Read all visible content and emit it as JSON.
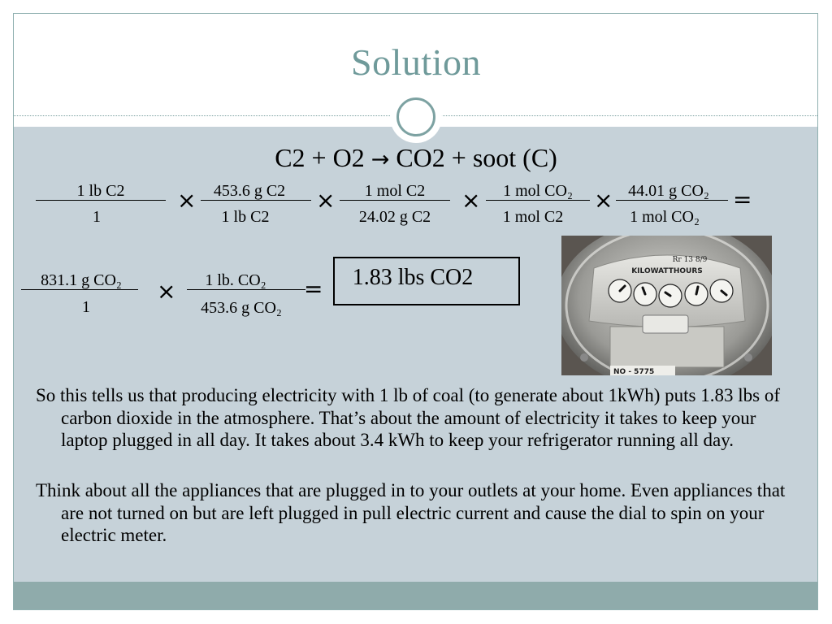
{
  "slide": {
    "title": "Solution",
    "reaction": {
      "text": "C2 + O2 ",
      "arrow": "→",
      "rest": " CO2 + soot (C)"
    },
    "row1": [
      {
        "num": "1 lb C2",
        "den": "1"
      },
      {
        "num": "453.6 g C2",
        "den": "1 lb C2"
      },
      {
        "num": "1 mol C2",
        "den": "24.02 g C2"
      },
      {
        "num": "1 mol CO₂",
        "den": "1 mol C2"
      },
      {
        "num": "44.01 g CO₂",
        "den": "1 mol CO₂"
      }
    ],
    "row2": [
      {
        "num": "831.1 g CO₂",
        "den": "1"
      },
      {
        "num": "1 lb. CO₂",
        "den": "453.6 g CO₂"
      }
    ],
    "times": "×",
    "equals": "=",
    "answer": "1.83 lbs CO2",
    "meter_label": "KILOWATTHOURS",
    "meter_top": "Rr 13 8/9",
    "meter_plate": "NO - 5775",
    "paragraphs": [
      "So this tells us that producing electricity with 1 lb of coal (to generate about 1kWh) puts 1.83 lbs of carbon dioxide in the atmosphere. That’s about the amount of electricity it takes to keep your laptop plugged in all day. It takes about 3.4 kWh to keep your refrigerator running all day.",
      "Think about all the appliances that are plugged in to your outlets at your home. Even appliances that are not turned on but are left plugged in pull electric current and cause the dial to spin on your electric meter."
    ]
  }
}
